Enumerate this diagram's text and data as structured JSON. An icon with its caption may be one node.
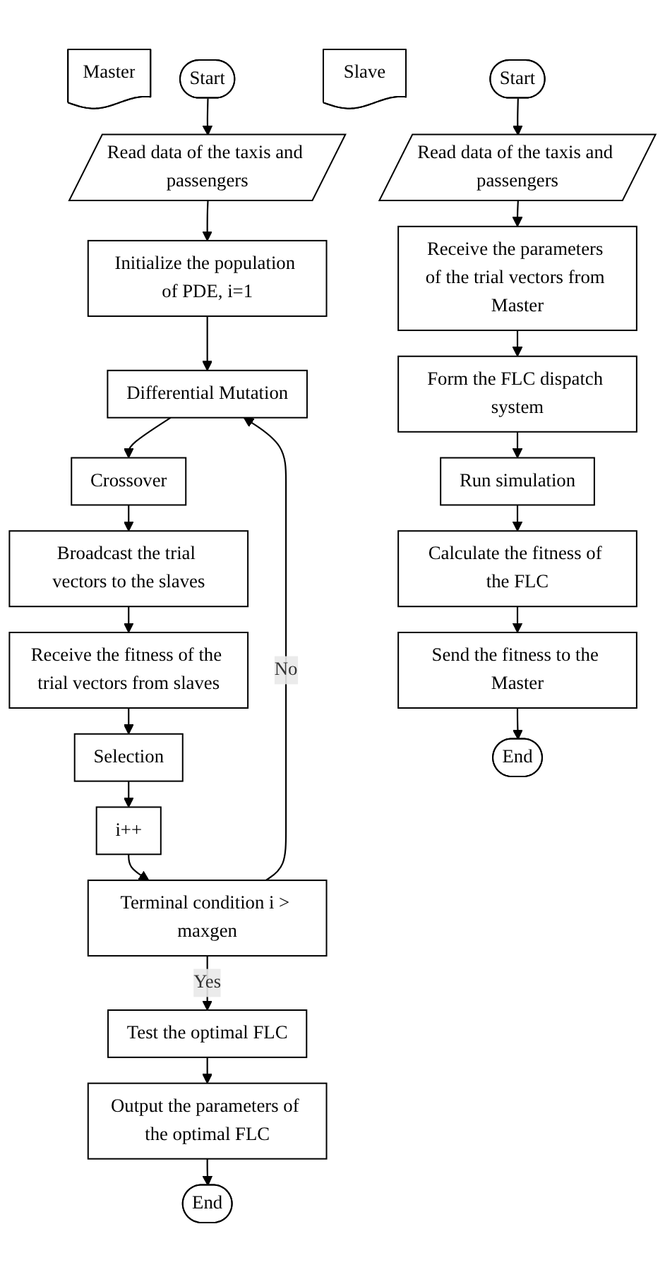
{
  "diagram": {
    "nodes": [
      {
        "text": [
          "Master"
        ]
      },
      {
        "text": [
          "Start"
        ]
      },
      {
        "text": [
          "Read data of the taxis and passengers"
        ]
      },
      {
        "text": [
          "Initialize the population of PDE, i=1"
        ]
      },
      {
        "text": [
          "Differential Mutation"
        ]
      },
      {
        "text": [
          "Crossover"
        ]
      },
      {
        "text": [
          "Broadcast the trial vectors to the slaves"
        ]
      },
      {
        "text": [
          "Receive the fitness of the trial vectors from slaves"
        ]
      },
      {
        "text": [
          "Selection"
        ]
      },
      {
        "text": [
          "i++"
        ]
      },
      {
        "text": [
          "Terminal condition i > maxgen"
        ]
      },
      {
        "text": [
          "Test the optimal FLC"
        ]
      },
      {
        "text": [
          "Output the parameters of the optimal FLC"
        ]
      },
      {
        "text": [
          "End"
        ]
      },
      {
        "text": [
          "Slave"
        ]
      },
      {
        "text": [
          "Start"
        ]
      },
      {
        "text": [
          "Read data of the taxis and passengers"
        ]
      },
      {
        "text": [
          "Receive the parameters of the trial vectors from Master"
        ]
      },
      {
        "text": [
          "Form the FLC dispatch system"
        ]
      },
      {
        "text": [
          "Run simulation"
        ]
      },
      {
        "text": [
          "Calculate the fitness of the FLC"
        ]
      },
      {
        "text": [
          "Send the fitness to the Master"
        ]
      },
      {
        "text": [
          "End"
        ]
      }
    ],
    "edges": [
      {
        "from": 1,
        "to": 2,
        "arrow": "to"
      },
      {
        "from": 2,
        "to": 3,
        "arrow": "to"
      },
      {
        "from": 3,
        "to": 4,
        "arrow": "to"
      },
      {
        "from": 4,
        "to": 5,
        "arrow": "to"
      },
      {
        "from": 5,
        "to": 6,
        "arrow": "to"
      },
      {
        "from": 6,
        "to": 7,
        "arrow": "to"
      },
      {
        "from": 7,
        "to": 8,
        "arrow": "to"
      },
      {
        "from": 8,
        "to": 9,
        "arrow": "to"
      },
      {
        "from": 9,
        "to": 10,
        "arrow": "to"
      },
      {
        "from": 10,
        "to": 4,
        "arrow": "to",
        "label": "No"
      },
      {
        "from": 10,
        "to": 11,
        "arrow": "to",
        "label": "Yes"
      },
      {
        "from": 11,
        "to": 12,
        "arrow": "to"
      },
      {
        "from": 12,
        "to": 13,
        "arrow": "to"
      },
      {
        "from": 15,
        "to": 16,
        "arrow": "to"
      },
      {
        "from": 16,
        "to": 17,
        "arrow": "to"
      },
      {
        "from": 17,
        "to": 18,
        "arrow": "to"
      },
      {
        "from": 18,
        "to": 19,
        "arrow": "to"
      },
      {
        "from": 19,
        "to": 20,
        "arrow": "to"
      },
      {
        "from": 20,
        "to": 21,
        "arrow": "to"
      },
      {
        "from": 21,
        "to": 22,
        "arrow": "to"
      }
    ]
  }
}
